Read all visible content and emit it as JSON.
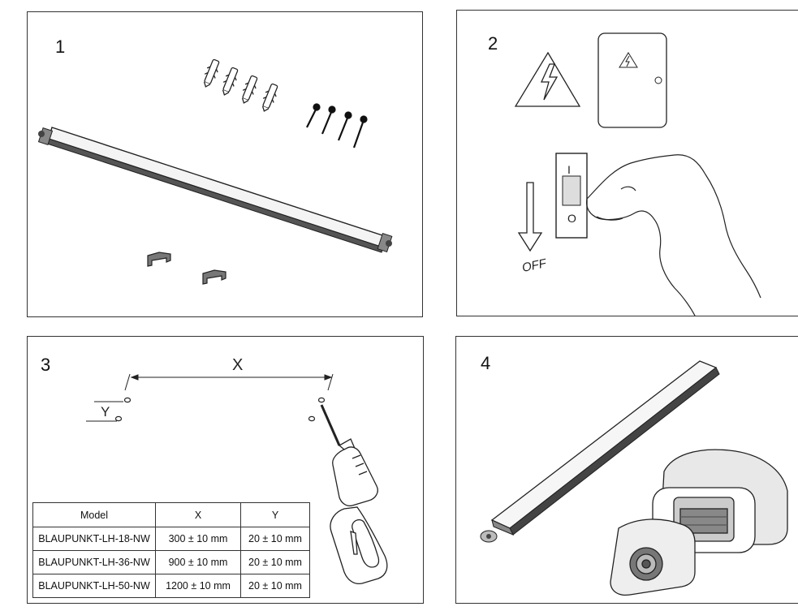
{
  "panels": [
    {
      "number": "1"
    },
    {
      "number": "2",
      "off_label": "OFF",
      "switch_on": "I",
      "switch_off": "O"
    },
    {
      "number": "3",
      "dim_x": "X",
      "dim_y": "Y"
    },
    {
      "number": "4"
    }
  ],
  "table": {
    "headers": [
      "Model",
      "X",
      "Y"
    ],
    "rows": [
      [
        "BLAUPUNKT-LH-18-NW",
        "300 ± 10 mm",
        "20 ± 10 mm"
      ],
      [
        "BLAUPUNKT-LH-36-NW",
        "900 ± 10 mm",
        "20 ± 10 mm"
      ],
      [
        "BLAUPUNKT-LH-50-NW",
        "1200 ± 10 mm",
        "20 ± 10 mm"
      ]
    ]
  }
}
